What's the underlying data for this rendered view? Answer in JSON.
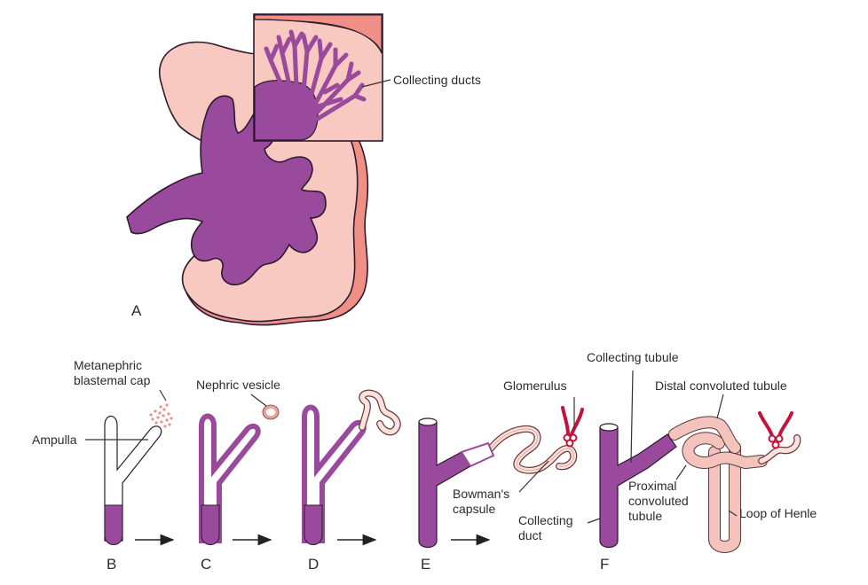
{
  "figure": {
    "panel_labels": {
      "a": "A",
      "b": "B",
      "c": "C",
      "d": "D",
      "e": "E",
      "f": "F"
    },
    "labels": {
      "collecting_ducts": "Collecting ducts",
      "metanephric_line1": "Metanephric",
      "metanephric_line2": "blastemal cap",
      "ampulla": "Ampulla",
      "nephric_vesicle": "Nephric vesicle",
      "glomerulus": "Glomerulus",
      "bowmans_line1": "Bowman's",
      "bowmans_line2": "capsule",
      "collecting_duct_line1": "Collecting",
      "collecting_duct_line2": "duct",
      "collecting_tubule": "Collecting tubule",
      "distal_convoluted_tubule": "Distal convoluted tubule",
      "proximal_line1": "Proximal",
      "proximal_line2": "convoluted",
      "proximal_line3": "tubule",
      "loop_of_henle": "Loop of Henle"
    },
    "colors": {
      "ureteric_bud": "#9a4a9c",
      "cortex": "#f8c9c0",
      "capsule": "#ef8f86",
      "tubule": "#f4c3bb",
      "glomerulus": "#c0143c"
    }
  }
}
